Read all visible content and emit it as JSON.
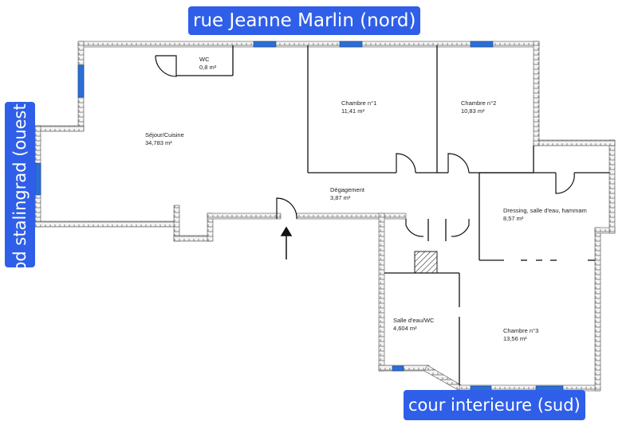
{
  "orientation": {
    "north": "rue Jeanne Marlin (nord)",
    "south": "cour interieure (sud)",
    "west": "bd stalingrad (ouest)"
  },
  "rooms": [
    {
      "name": "WC",
      "area": "0,8  m²"
    },
    {
      "name": "Séjour/Cuisine",
      "area": "34,783  m²"
    },
    {
      "name": "Chambre n°1",
      "area": "11,41  m²"
    },
    {
      "name": "Chambre n°2",
      "area": "10,83  m²"
    },
    {
      "name": "Dégagement",
      "area": "3,87  m²"
    },
    {
      "name": "Dressing, salle d'eau, hammam",
      "area": "8,57  m²"
    },
    {
      "name": "Salle d'eau/WC",
      "area": "4,604  m²"
    },
    {
      "name": "Chambre n°3",
      "area": "13,56  m²"
    }
  ],
  "colors": {
    "label_bg": "#2f5fe8",
    "wall_hatch": "#6f6f6f",
    "window": "#2b6fd6"
  }
}
